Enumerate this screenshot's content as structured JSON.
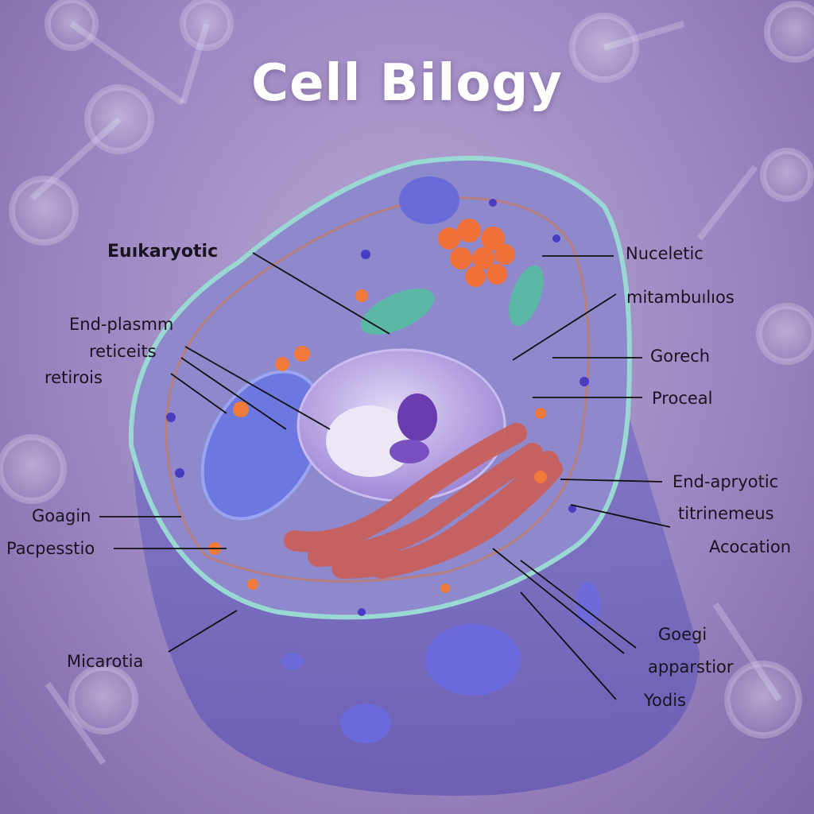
{
  "title": "Cell Bilogy",
  "labels": {
    "eukaryotic": "Euıkaryotic",
    "end_plasmm": "End-plasmm",
    "reticeits": "reticeits",
    "retirois": "retirois",
    "goagin": "Goagin",
    "pacpesstio": "Pacpesstio",
    "micarotia": "Micarotia",
    "nuceletic": "Nuceletic",
    "mitambulios": "mitambuılıos",
    "gorech": "Gorech",
    "proceal": "Proceal",
    "end_apryotic": "End-apryotic",
    "titrinemeus": "titrinemeus",
    "acocation": "Acocation",
    "goegi": "Goegi",
    "apparstior": "apparstior",
    "yodis": "Yodis"
  },
  "colors": {
    "background": "#9c88c2",
    "membrane": "#9ad8d4",
    "nucleus": "#b7a4e0",
    "golgi": "#c8615c",
    "mitochondria": "#5ab8a4",
    "vesicles": "#f07a3c",
    "granules": "#4a3cc0"
  }
}
